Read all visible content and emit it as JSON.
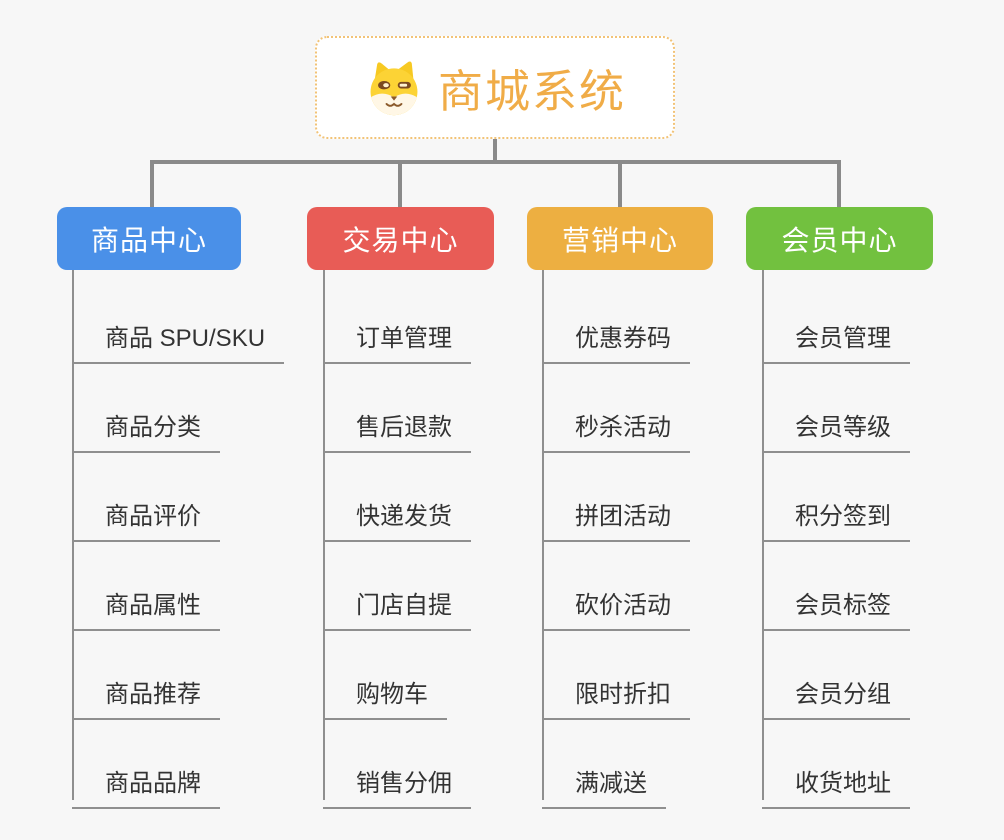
{
  "canvas": {
    "bg": "#f7f7f7"
  },
  "root": {
    "title": "商城系统",
    "icon": "shiba-dog-icon",
    "title_color": "#F0AC47",
    "border_color": "#F2C377"
  },
  "colors": {
    "connector": "#8A8A8A",
    "underline": "#8F8F8F",
    "leaf_text": "#333333"
  },
  "branches": [
    {
      "label": "商品中心",
      "color": "#4A90E8",
      "children": [
        "商品 SPU/SKU",
        "商品分类",
        "商品评价",
        "商品属性",
        "商品推荐",
        "商品品牌"
      ]
    },
    {
      "label": "交易中心",
      "color": "#E85C56",
      "children": [
        "订单管理",
        "售后退款",
        "快递发货",
        "门店自提",
        "购物车",
        "销售分佣"
      ]
    },
    {
      "label": "营销中心",
      "color": "#EDAF41",
      "children": [
        "优惠券码",
        "秒杀活动",
        "拼团活动",
        "砍价活动",
        "限时折扣",
        "满减送"
      ]
    },
    {
      "label": "会员中心",
      "color": "#72C13F",
      "children": [
        "会员管理",
        "会员等级",
        "积分签到",
        "会员标签",
        "会员分组",
        "收货地址"
      ]
    }
  ]
}
